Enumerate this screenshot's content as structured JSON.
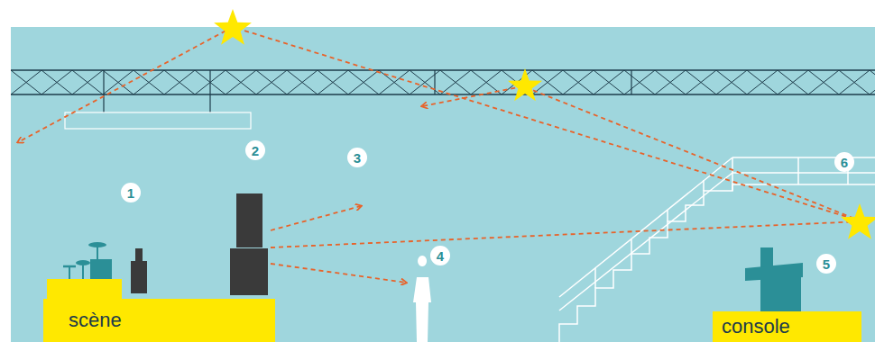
{
  "diagram": {
    "nodes": [
      {
        "text": [
          "scène"
        ]
      },
      {
        "text": [
          "console"
        ]
      }
    ],
    "labels": [
      "1",
      "2",
      "3",
      "4",
      "5",
      "6"
    ]
  }
}
